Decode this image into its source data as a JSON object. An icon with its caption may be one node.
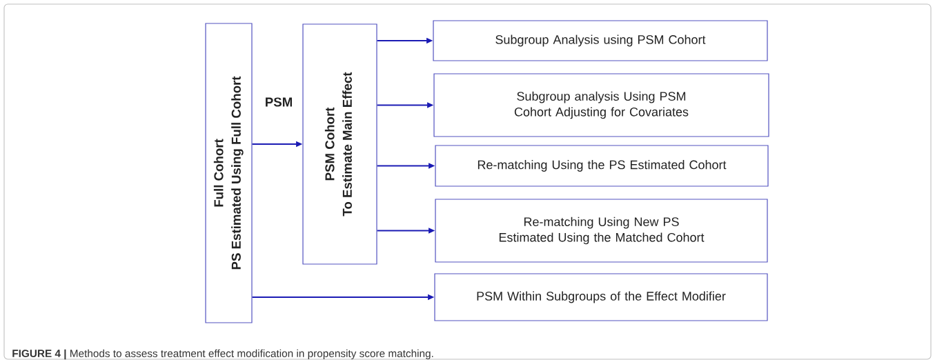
{
  "diagram": {
    "caption": "**FIGURE 4 |** Methods to assess treatment effect modification in propensity score matching.",
    "nodes": [
      {
        "text": [
          "Full Cohort",
          "PS Estimated Using Full Cohort"
        ]
      },
      {
        "text": [
          "PSM Cohort",
          "To Estimate Main Effect"
        ]
      },
      {
        "text": [
          "Subgroup Analysis using PSM Cohort"
        ]
      },
      {
        "text": [
          "Subgroup analysis Using PSM Cohort Adjusting for Covariates"
        ]
      },
      {
        "text": [
          "Re-matching Using the PS Estimated Cohort"
        ]
      },
      {
        "text": [
          "Re-matching Using New PS Estimated Using the Matched Cohort"
        ]
      },
      {
        "text": [
          "PSM Within Subgroups of the Effect Modifier"
        ]
      }
    ],
    "edges": [
      {
        "from": 0,
        "to": 1,
        "arrow": "to",
        "label": "PSM"
      },
      {
        "from": 1,
        "to": 2,
        "arrow": "to"
      },
      {
        "from": 1,
        "to": 3,
        "arrow": "to"
      },
      {
        "from": 1,
        "to": 4,
        "arrow": "to"
      },
      {
        "from": 1,
        "to": 5,
        "arrow": "to"
      },
      {
        "from": 0,
        "to": 6,
        "arrow": "to"
      }
    ]
  }
}
